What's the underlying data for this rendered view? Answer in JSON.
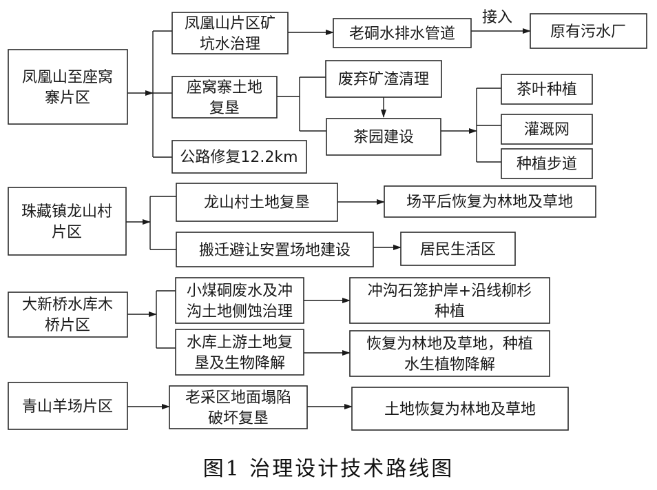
{
  "caption": "图1 治理设计技术路线图",
  "edge_labels": {
    "jieru": "接入"
  },
  "nodes": {
    "fenghuang_area": [
      "凤凰山至座窝",
      "寨片区"
    ],
    "kengshui": [
      "凤凰山片区矿",
      "坑水治理"
    ],
    "laotong": [
      "老硐水排水管道"
    ],
    "wushui": [
      "原有污水厂"
    ],
    "zuowo_fuken": [
      "座窝寨土地",
      "复垦"
    ],
    "feiqi": [
      "废弃矿渣清理"
    ],
    "chayuan": [
      "茶园建设"
    ],
    "chaye": [
      "茶叶种植"
    ],
    "guangai": [
      "灌溉网"
    ],
    "buda": [
      "种植步道"
    ],
    "gonglu": [
      "公路修复12.2km"
    ],
    "longshan_area": [
      "珠藏镇龙山村",
      "片区"
    ],
    "longshan_fuken": [
      "龙山村土地复垦"
    ],
    "changping": [
      "场平后恢复为林地及草地"
    ],
    "banqian": [
      "搬迁避让安置场地建设"
    ],
    "jumin": [
      "居民生活区"
    ],
    "daxinqiao_area": [
      "大新桥水库木",
      "桥片区"
    ],
    "xiaomei": [
      "小煤硐废水及冲",
      "沟土地侧蚀治理"
    ],
    "chonggou": [
      "冲沟石笼护岸+沿线柳杉",
      "种植"
    ],
    "shuiku": [
      "水库上游土地复",
      "垦及生物降解"
    ],
    "huifu_zhi": [
      "恢复为林地及草地，种植",
      "水生植物降解"
    ],
    "qingshan_area": [
      "青山羊场片区"
    ],
    "laocai": [
      "老采区地面塌陷",
      "破坏复垦"
    ],
    "tudi_huifu": [
      "土地恢复为林地及草地"
    ]
  }
}
